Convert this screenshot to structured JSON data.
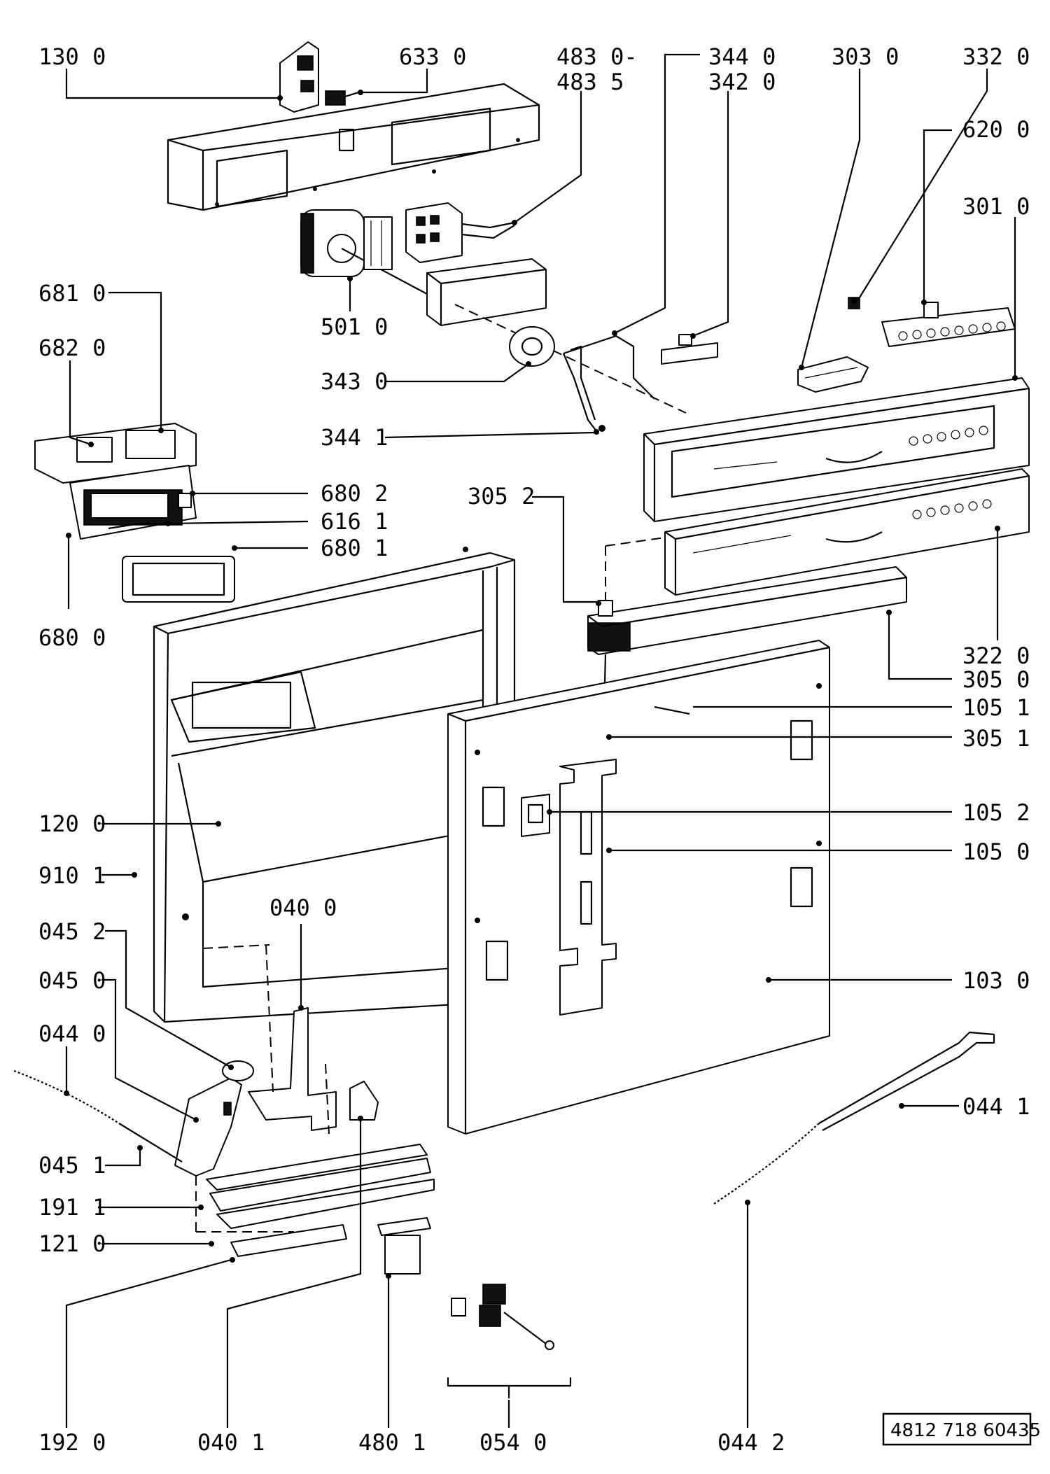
{
  "document": {
    "ref_code": "4812 718 60435"
  },
  "labels": [
    {
      "id": "130-0",
      "text": "130  0"
    },
    {
      "id": "633-0",
      "text": "633  0"
    },
    {
      "id": "483-0",
      "text": "483  0-"
    },
    {
      "id": "483-5",
      "text": "483  5"
    },
    {
      "id": "344-0",
      "text": "344  0"
    },
    {
      "id": "342-0",
      "text": "342  0"
    },
    {
      "id": "303-0",
      "text": "303  0"
    },
    {
      "id": "332-0",
      "text": "332  0"
    },
    {
      "id": "620-0",
      "text": "620  0"
    },
    {
      "id": "301-0",
      "text": "301  0"
    },
    {
      "id": "681-0",
      "text": "681  0"
    },
    {
      "id": "682-0",
      "text": "682  0"
    },
    {
      "id": "501-0",
      "text": "501  0"
    },
    {
      "id": "343-0",
      "text": "343  0"
    },
    {
      "id": "344-1",
      "text": "344  1"
    },
    {
      "id": "680-2",
      "text": "680  2"
    },
    {
      "id": "616-1",
      "text": "616  1"
    },
    {
      "id": "680-1",
      "text": "680  1"
    },
    {
      "id": "680-0",
      "text": "680  0"
    },
    {
      "id": "305-2",
      "text": "305  2"
    },
    {
      "id": "322-0",
      "text": "322  0"
    },
    {
      "id": "305-0",
      "text": "305  0"
    },
    {
      "id": "105-1",
      "text": "105  1"
    },
    {
      "id": "305-1",
      "text": "305  1"
    },
    {
      "id": "105-2",
      "text": "105  2"
    },
    {
      "id": "105-0",
      "text": "105  0"
    },
    {
      "id": "120-0",
      "text": "120  0"
    },
    {
      "id": "910-1",
      "text": "910  1"
    },
    {
      "id": "040-0",
      "text": "040  0"
    },
    {
      "id": "045-2",
      "text": "045  2"
    },
    {
      "id": "045-0",
      "text": "045  0"
    },
    {
      "id": "044-0",
      "text": "044  0"
    },
    {
      "id": "103-0",
      "text": "103  0"
    },
    {
      "id": "044-1",
      "text": "044  1"
    },
    {
      "id": "045-1",
      "text": "045  1"
    },
    {
      "id": "191-1",
      "text": "191 1"
    },
    {
      "id": "121-0",
      "text": "121  0"
    },
    {
      "id": "192-0",
      "text": "192  0"
    },
    {
      "id": "040-1",
      "text": "040  1"
    },
    {
      "id": "480-1",
      "text": "480  1"
    },
    {
      "id": "054-0",
      "text": "054  0"
    },
    {
      "id": "044-2",
      "text": "044  2"
    }
  ]
}
